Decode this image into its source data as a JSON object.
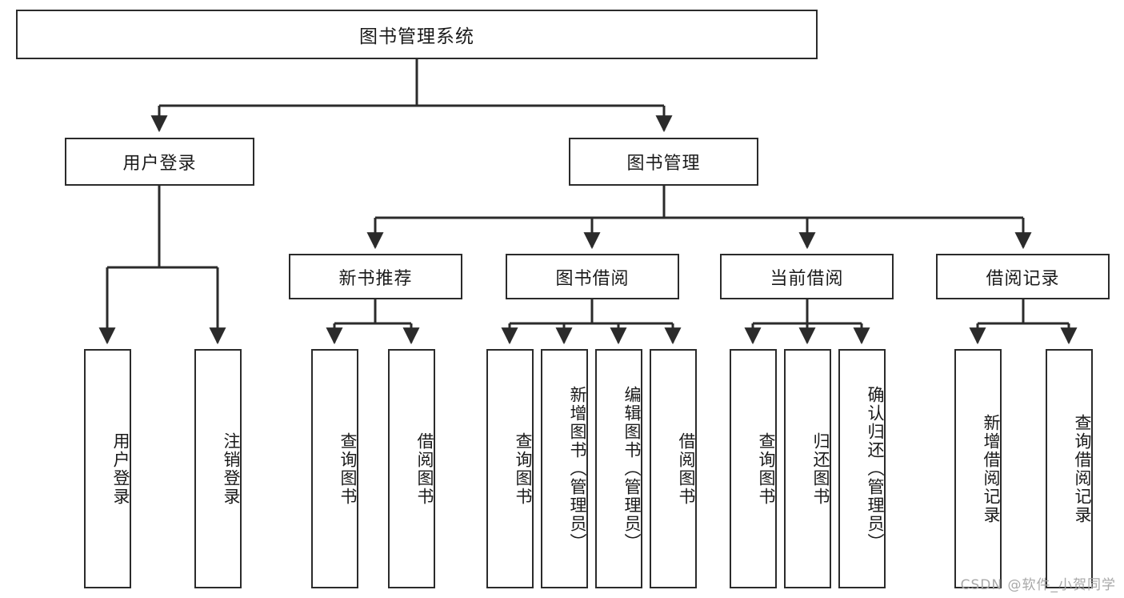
{
  "diagram": {
    "title": "图书管理系统",
    "type": "tree-hierarchy-diagram",
    "root": {
      "label": "图书管理系统"
    },
    "level2": [
      {
        "label": "用户登录"
      },
      {
        "label": "图书管理"
      }
    ],
    "level3": [
      {
        "label": "新书推荐"
      },
      {
        "label": "图书借阅"
      },
      {
        "label": "当前借阅"
      },
      {
        "label": "借阅记录"
      }
    ],
    "leaves": {
      "user_login": [
        {
          "label": "用户登录"
        },
        {
          "label": "注销登录"
        }
      ],
      "new_book_recommend": [
        {
          "label": "查询图书"
        },
        {
          "label": "借阅图书"
        }
      ],
      "book_borrow": [
        {
          "label": "查询图书"
        },
        {
          "label": "新增图书（管理员）"
        },
        {
          "label": "编辑图书（管理员）"
        },
        {
          "label": "借阅图书"
        }
      ],
      "current_borrow": [
        {
          "label": "查询图书"
        },
        {
          "label": "归还图书"
        },
        {
          "label": "确认归还（管理员）"
        }
      ],
      "borrow_record": [
        {
          "label": "新增借阅记录"
        },
        {
          "label": "查询借阅记录"
        }
      ]
    }
  },
  "watermark": {
    "text": "CSDN @软件_小贺同学"
  },
  "colors": {
    "border": "#2b2b2b",
    "text": "#1a1a1a",
    "background": "#ffffff",
    "watermark": "#a8a8a8"
  }
}
